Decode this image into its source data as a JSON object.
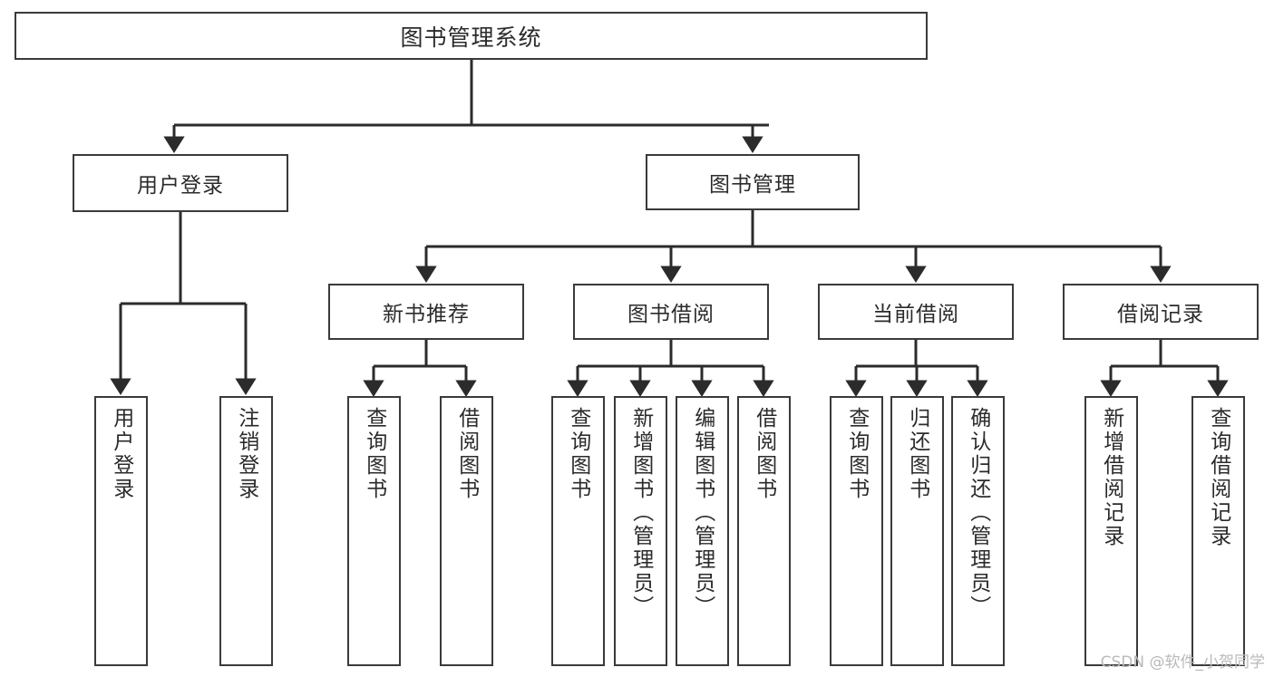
{
  "diagram": {
    "title": "图书管理系统",
    "type": "hierarchy-tree",
    "colors": {
      "box_border": "#3a3a3a",
      "box_fill": "#ffffff",
      "edge": "#2b2b2b",
      "text": "#2b2b2b",
      "background": "#ffffff",
      "watermark": "#b9b9b9"
    },
    "root": {
      "label": "图书管理系统"
    },
    "level2": [
      {
        "label": "用户登录"
      },
      {
        "label": "图书管理"
      }
    ],
    "level3": [
      {
        "label": "新书推荐"
      },
      {
        "label": "图书借阅"
      },
      {
        "label": "当前借阅"
      },
      {
        "label": "借阅记录"
      }
    ],
    "leaves": [
      {
        "label": "用户登录",
        "parent": "用户登录"
      },
      {
        "label": "注销登录",
        "parent": "用户登录"
      },
      {
        "label": "查询图书",
        "parent": "新书推荐"
      },
      {
        "label": "借阅图书",
        "parent": "新书推荐"
      },
      {
        "label": "查询图书",
        "parent": "图书借阅"
      },
      {
        "label": "新增图书（管理员）",
        "parent": "图书借阅"
      },
      {
        "label": "编辑图书（管理员）",
        "parent": "图书借阅"
      },
      {
        "label": "借阅图书",
        "parent": "图书借阅"
      },
      {
        "label": "查询图书",
        "parent": "当前借阅"
      },
      {
        "label": "归还图书",
        "parent": "当前借阅"
      },
      {
        "label": "确认归还（管理员）",
        "parent": "当前借阅"
      },
      {
        "label": "新增借阅记录",
        "parent": "借阅记录"
      },
      {
        "label": "查询借阅记录",
        "parent": "借阅记录"
      }
    ],
    "watermark": "CSDN @软件_小贺同学"
  }
}
